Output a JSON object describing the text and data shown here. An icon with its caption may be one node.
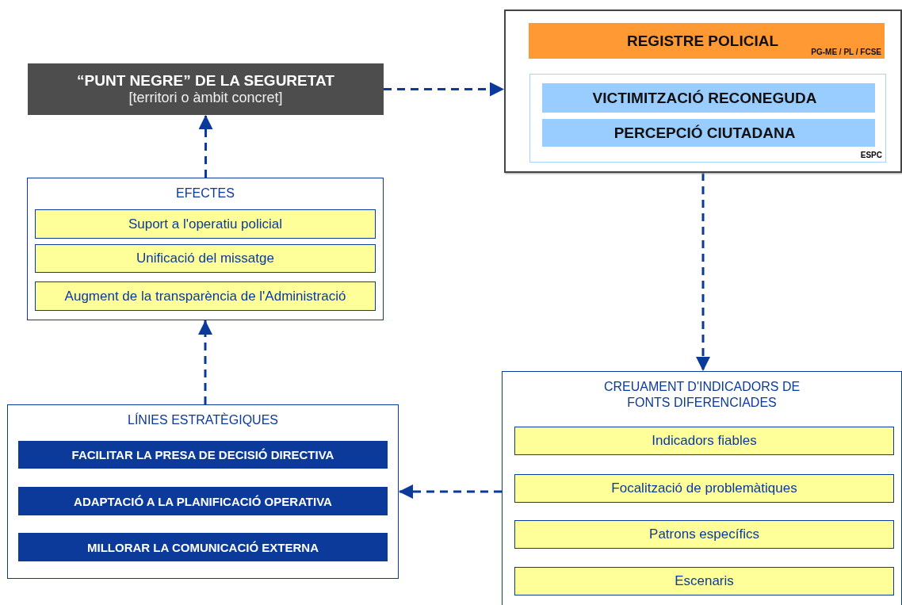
{
  "diagram": {
    "nodes": [
      {
        "text": [
          "“PUNT NEGRE” DE LA SEGURETAT",
          "[territori o àmbit concret]"
        ]
      },
      {
        "text": [],
        "shape": "box"
      },
      {
        "text": [
          "REGISTRE POLICIAL",
          "PG-ME / PL / FCSE"
        ],
        "in": 1
      },
      {
        "text": [
          "ESPC"
        ],
        "in": 1
      },
      {
        "text": [
          "VICTIMITZACIÓ RECONEGUDA"
        ],
        "in": 3
      },
      {
        "text": [
          "PERCEPCIÓ CIUTADANA"
        ],
        "in": 3
      },
      {
        "text": [
          "EFECTES"
        ]
      },
      {
        "text": [
          "Suport a l'operatiu policial"
        ],
        "in": 6
      },
      {
        "text": [
          "Unificació del missatge"
        ],
        "in": 6
      },
      {
        "text": [
          "Augment de la transparència de l'Administració"
        ],
        "in": 6
      },
      {
        "text": [
          "LÍNIES ESTRATÈGIQUES"
        ]
      },
      {
        "text": [
          "FACILITAR LA PRESA DE DECISIÓ DIRECTIVA"
        ],
        "in": 10
      },
      {
        "text": [
          "ADAPTACIÓ A LA PLANIFICACIÓ OPERATIVA"
        ],
        "in": 10
      },
      {
        "text": [
          "MILLORAR LA COMUNICACIÓ EXTERNA"
        ],
        "in": 10
      },
      {
        "text": [
          "CREUAMENT D'INDICADORS DE FONTS DIFERENCIADES"
        ]
      },
      {
        "text": [
          "Indicadors fiables"
        ],
        "in": 14
      },
      {
        "text": [
          "Focalització de problemàtiques"
        ],
        "in": 14
      },
      {
        "text": [
          "Patrons específics"
        ],
        "in": 14
      },
      {
        "text": [
          "Escenaris"
        ],
        "in": 14
      }
    ],
    "edges": [
      {
        "from": 0,
        "to": 1,
        "arrow": "to",
        "style": "dashed"
      },
      {
        "from": 1,
        "to": 14,
        "arrow": "to",
        "style": "dashed"
      },
      {
        "from": 14,
        "to": 10,
        "arrow": "to",
        "style": "dashed"
      },
      {
        "from": 10,
        "to": 6,
        "arrow": "to",
        "style": "dashed"
      },
      {
        "from": 6,
        "to": 0,
        "arrow": "to",
        "style": "dashed"
      }
    ]
  }
}
